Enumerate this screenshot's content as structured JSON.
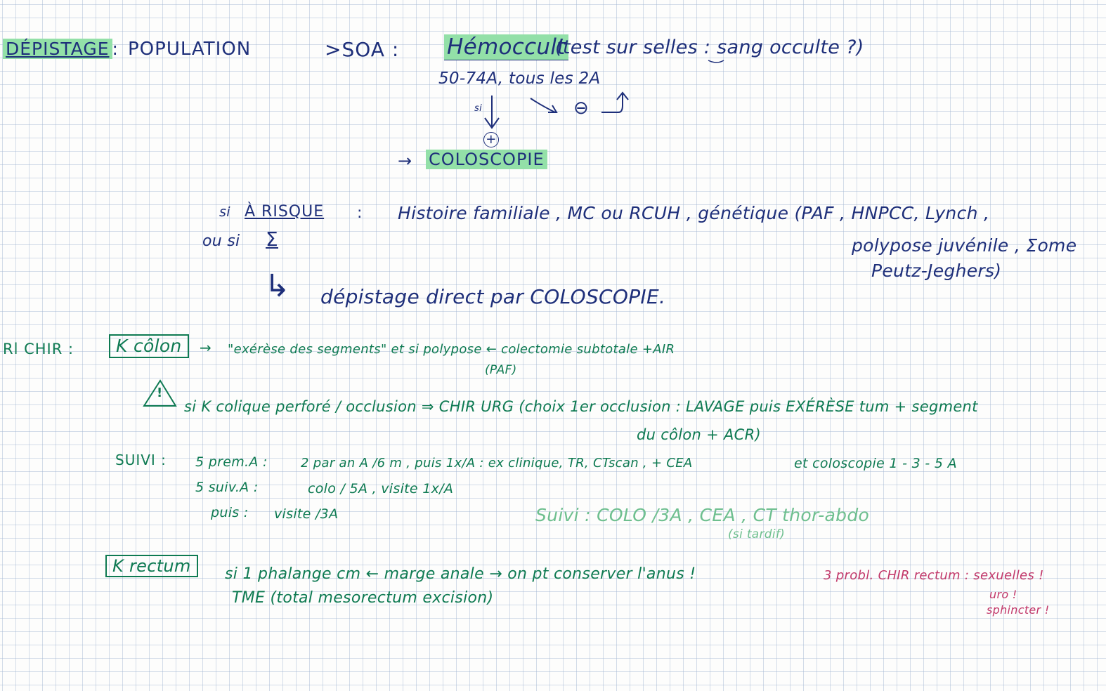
{
  "colors": {
    "ink_blue": "#1e2f7a",
    "ink_green": "#0e7a52",
    "ink_light_green": "#6ebf8f",
    "ink_red": "#c2386a",
    "highlight": "#93e0a8",
    "grid": "#a0b4d2"
  },
  "depistage": {
    "title": "DÉPISTAGE",
    "colon": ":",
    "population": "POPULATION",
    "soa": ">SOA :",
    "hemoccult": "Hémoccult",
    "hemoccult_note": "(test sur selles : sang occulte ?)",
    "age_range": "50-74A, tous les 2A",
    "si": "si",
    "plus_sign": "+",
    "minus_sign": "⊖",
    "coloscopie_arrow": "→",
    "coloscopie": "COLOSCOPIE"
  },
  "risque": {
    "si": "si",
    "label": "À RISQUE",
    "colon": ":",
    "ou_si": "ou si",
    "symbol": "Σ",
    "line1": "Histoire familiale , MC ou RCUH , génétique (PAF , HNPCC, Lynch ,",
    "line2": "polypose juvénile , Σome",
    "line3": "Peutz-Jeghers)",
    "arrow": "↳",
    "action": "dépistage direct par COLOSCOPIE."
  },
  "chir": {
    "label": "Rl CHIR :",
    "k_colon": "K côlon",
    "arrow": "→",
    "text": "\"exérèse des segments\"   et si polypose ← colectomie subtotale +AIR",
    "paf": "(PAF)",
    "warning_icon": "!",
    "perf_text": "si K colique perforé / occlusion ⇒ CHIR URG (choix 1er occlusion : LAVAGE puis EXÉRÈSE tum + segment",
    "perf_text2": "du côlon + ACR)"
  },
  "suivi": {
    "label": "SUIVI :",
    "row1_label": "5 prem.A :",
    "row1_text": "2 par an A /6 m , puis 1x/A : ex clinique, TR, CTscan , + CEA",
    "row1_extra": "et coloscopie 1 - 3 - 5 A",
    "row2_label": "5 suiv.A :",
    "row2_text": "colo / 5A , visite 1x/A",
    "row3_label": "puis :",
    "row3_text": "visite /3A",
    "alt": "Suivi : COLO /3A , CEA , CT thor-abdo",
    "alt_note": "(si tardif)"
  },
  "rectum": {
    "k_rectum": "K rectum",
    "line1": "si 1 phalange cm ← marge anale → on pt conserver l'anus !",
    "line2": "TME (total mesorectum excision)",
    "red1": "3 probl. CHIR rectum : sexuelles !",
    "red2": "uro !",
    "red3": "sphincter !"
  }
}
